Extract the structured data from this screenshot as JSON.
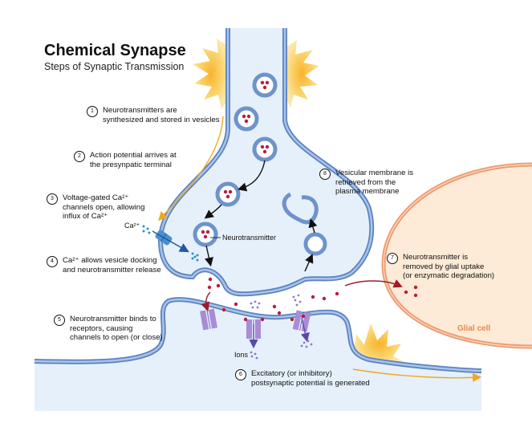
{
  "header": {
    "title": "Chemical Synapse",
    "subtitle": "Steps of Synaptic Transmission"
  },
  "steps": [
    {
      "number": "1",
      "text": "Neurotransmitters are\nsynthesized and stored in vesicles"
    },
    {
      "number": "2",
      "text": "Action potential arrives at\nthe presynpatic terminal"
    },
    {
      "number": "3",
      "text": "Voltage-gated Ca²⁺\nchannels open, allowing\ninflux of Ca²⁺"
    },
    {
      "number": "4",
      "text": "Ca²⁺ allows vesicle docking\nand neurotransmitter release"
    },
    {
      "number": "5",
      "text": "Neurotransmitter binds to\nreceptors, causing\nchannels to open (or close)"
    },
    {
      "number": "6",
      "text": "Excitatory (or inhibitory)\npostsynaptic potential is generated"
    },
    {
      "number": "7",
      "text": "Neurotransmitter is\nremoved by glial uptake\n(or enzymatic degradation)"
    },
    {
      "number": "8",
      "text": "Vesicular membrane is\nretrieved from the\nplasma membrane"
    }
  ],
  "labels": {
    "calcium": "Ca²⁺",
    "neurotransmitter": "Neurotransmitter",
    "ions": "Ions",
    "glial_cell": "Glial cell"
  },
  "colors": {
    "membrane": "#7fa3d6",
    "membrane_dark": "#5b82c0",
    "cytoplasm": "#e6f0fa",
    "neurotransmitter": "#b81d3c",
    "calcium_ion": "#2f8fd0",
    "receptor": "#a98bd6",
    "ion": "#8d78cc",
    "action_potential": "#f3b73b",
    "glial_fill": "#fdebd7",
    "glial_membrane": "#ec9a6e",
    "glial_text": "#e8874a",
    "text": "#111111"
  }
}
